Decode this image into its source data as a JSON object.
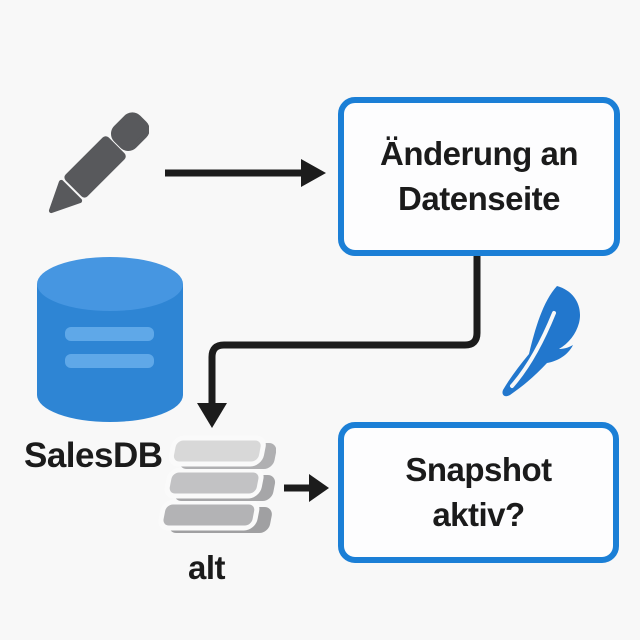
{
  "diagram": {
    "nodes": {
      "change": {
        "line1": "Änderung an",
        "line2": "Datenseite"
      },
      "snapshot": {
        "line1": "Snapshot",
        "line2": "aktiv?"
      },
      "database_label": "SalesDB",
      "layers_label": "alt"
    },
    "icons": {
      "pencil": "pencil-icon",
      "database": "database-cylinder-icon",
      "feather": "quill-feather-icon",
      "layers": "layers-stack-icon"
    },
    "colors": {
      "background": "#f8f8f8",
      "box_border_blue": "#1b7fd6",
      "box_fill": "#fdfdfe",
      "text_black": "#1b1b1b",
      "arrow_black": "#1c1c1c",
      "pencil_gray": "#58595c",
      "db_body_blue": "#2e85d4",
      "db_top_blue": "#4696e1",
      "db_stripe_blue": "#5fa8e8",
      "feather_blue": "#2277cd",
      "layer_top_gray": "#d8d8d8",
      "layer_mid_gray": "#c2c2c4",
      "layer_bottom_gray": "#b3b3b5"
    }
  }
}
